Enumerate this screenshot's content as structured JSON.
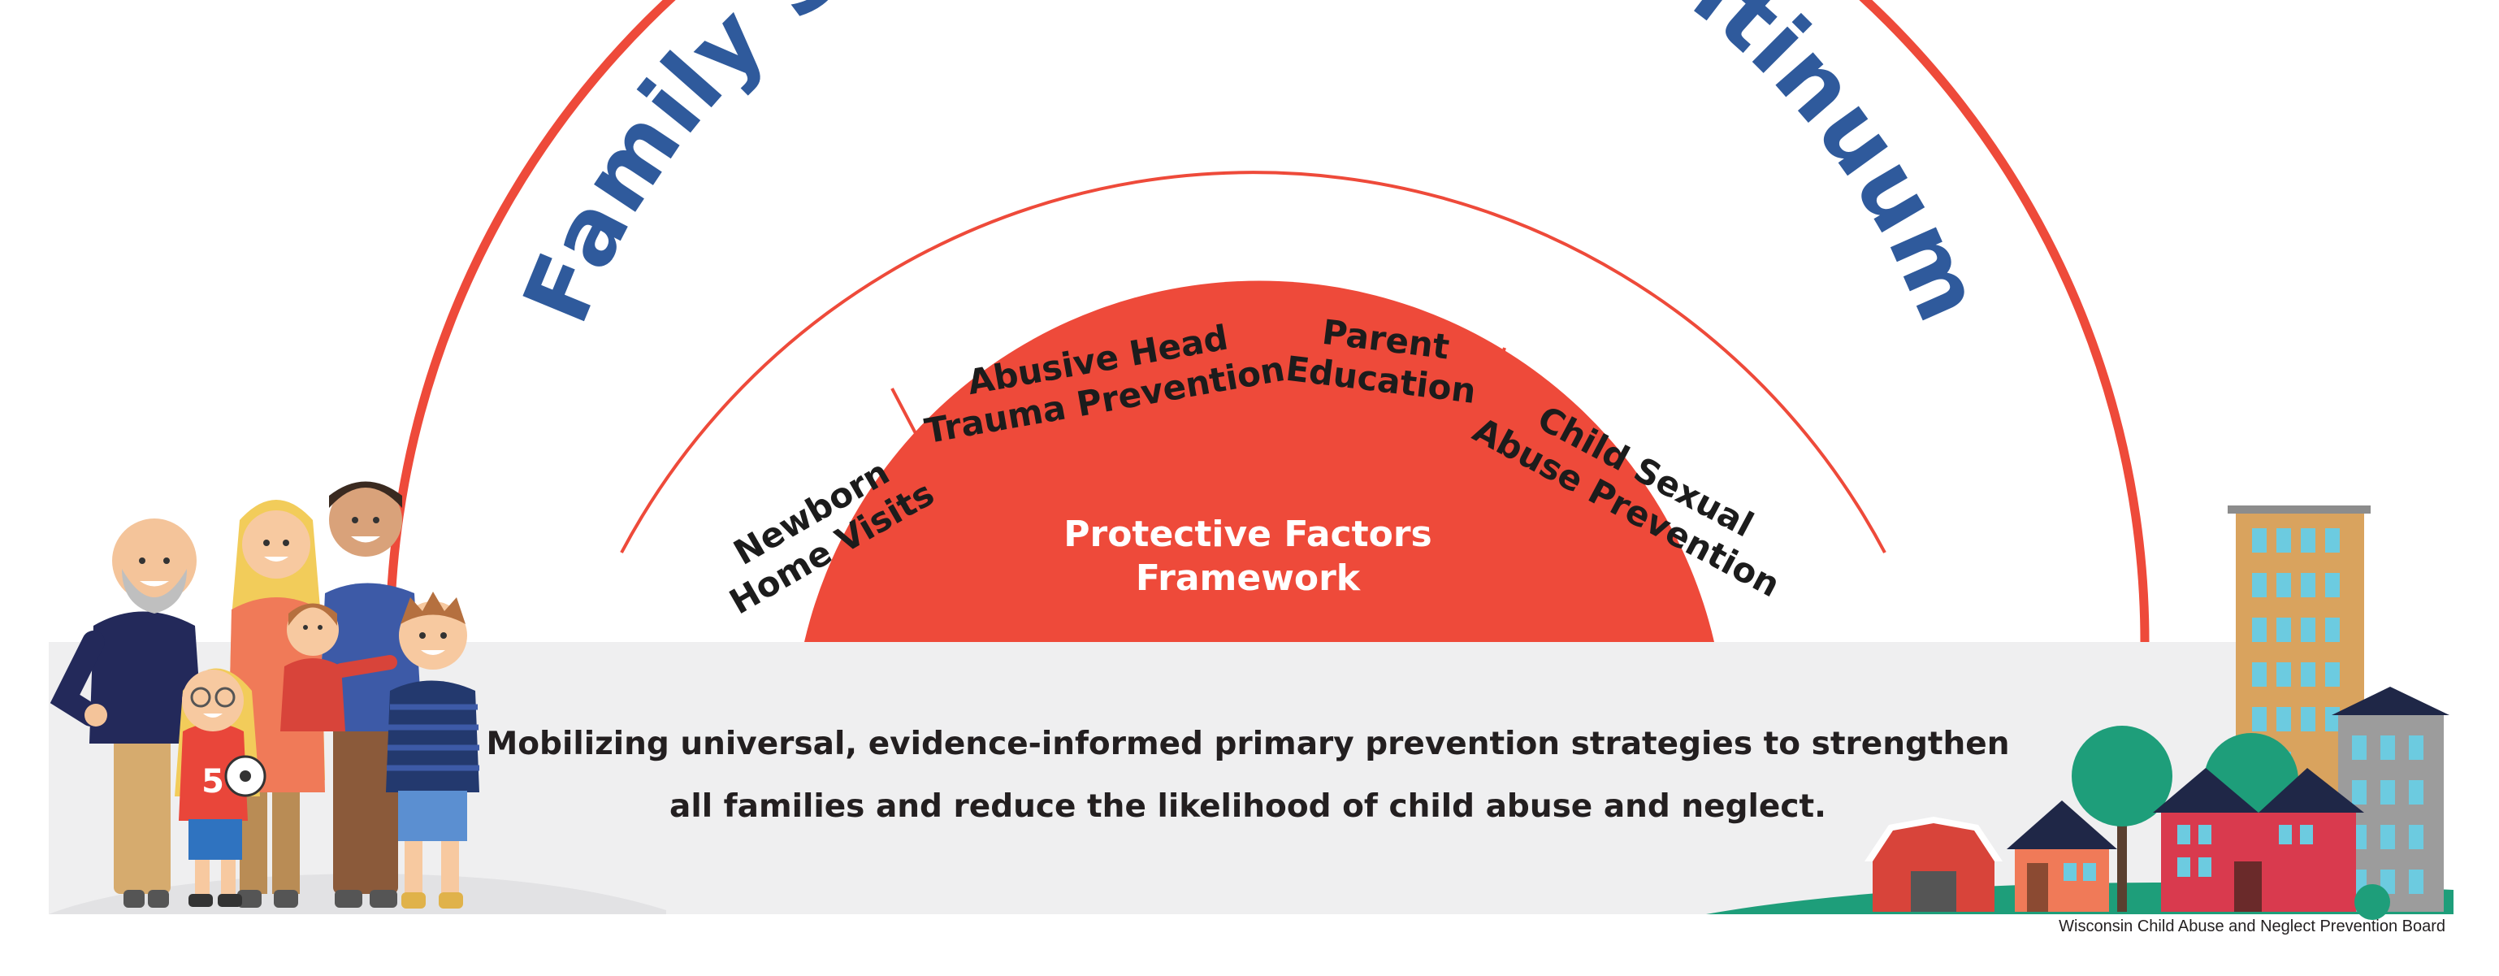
{
  "title": "Family Strengthening Continuum",
  "segments": [
    {
      "lines": [
        "Newborn",
        "Home Visits"
      ]
    },
    {
      "lines": [
        "Abusive Head",
        "Trauma Prevention"
      ]
    },
    {
      "lines": [
        "Parent",
        "Education"
      ]
    },
    {
      "lines": [
        "Child Sexual",
        "Abuse Prevention"
      ]
    }
  ],
  "center": {
    "lines": [
      "Protective Factors",
      "Framework"
    ]
  },
  "tagline": {
    "line1": "Mobilizing universal, evidence-informed primary prevention strategies to strengthen",
    "line2": "all families and reduce the likelihood of child abuse and neglect."
  },
  "credit": "Wisconsin Child Abuse and Neglect Prevention Board",
  "jersey_number": "5",
  "colors": {
    "red": "#ee4a3a",
    "blue": "#2f5a9c",
    "band": "#efeff0",
    "text": "#231f20",
    "green": "#1e9e7a"
  }
}
